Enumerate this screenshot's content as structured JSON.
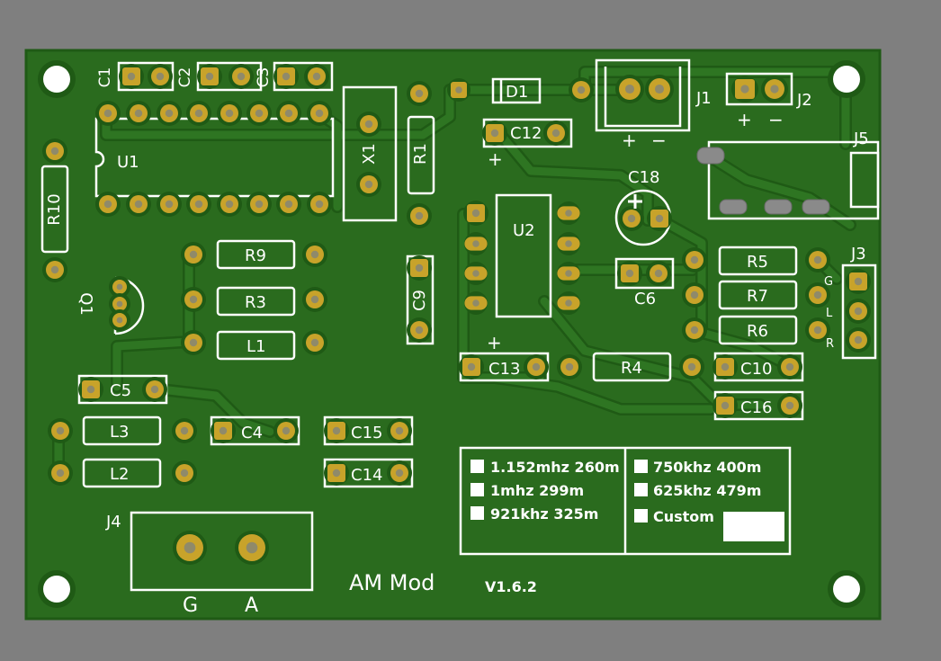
{
  "board": {
    "title": "AM Mod",
    "version": "V1.6.2",
    "colors": {
      "background": "#7f7f7f",
      "board": "#2a6b1e",
      "board_border": "#1f5a15",
      "trace": "#245f19",
      "trace_edge": "#1c5413",
      "copper": "#c8a32a",
      "silk": "#ffffff",
      "mount_hole": "#ffffff"
    }
  },
  "labels": {
    "C1": "C1",
    "C2": "C2",
    "C3": "C3",
    "U1": "U1",
    "X1": "X1",
    "R1": "R1",
    "R10": "R10",
    "D1": "D1",
    "C12": "C12",
    "J1": "J1",
    "J2": "J2",
    "J5": "J5",
    "C18": "C18",
    "U2": "U2",
    "C6": "C6",
    "C9": "C9",
    "R9": "R9",
    "R3": "R3",
    "L1": "L1",
    "Q1": "Q1",
    "R5": "R5",
    "R7": "R7",
    "R6": "R6",
    "J3": "J3",
    "C13": "C13",
    "R4": "R4",
    "C10": "C10",
    "C16": "C16",
    "C5": "C5",
    "L3": "L3",
    "L2": "L2",
    "C4": "C4",
    "C15": "C15",
    "C14": "C14",
    "J4": "J4",
    "G_ant": "G",
    "A_ant": "A",
    "j1_plus": "+",
    "j1_minus": "−",
    "j2_plus": "+",
    "j2_minus": "−",
    "c12_plus": "+",
    "c13_plus": "+",
    "j3_g": "G",
    "j3_l": "L",
    "j3_r": "R"
  },
  "frequency_table": {
    "left": [
      "1.152mhz 260m",
      "1mhz 299m",
      "921khz 325m"
    ],
    "right": [
      "750khz 400m",
      "625khz 479m",
      "Custom"
    ]
  }
}
